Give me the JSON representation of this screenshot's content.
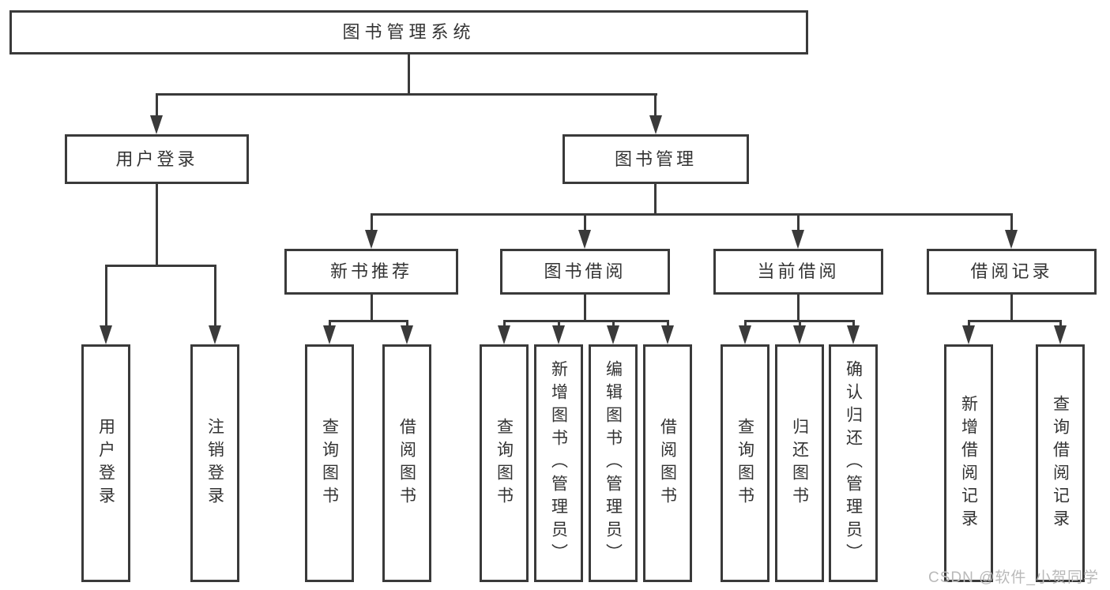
{
  "tree": {
    "root": "图书管理系统",
    "branches": [
      {
        "label": "用户登录",
        "children": [
          "用户登录",
          "注销登录"
        ]
      },
      {
        "label": "图书管理",
        "groups": [
          {
            "label": "新书推荐",
            "children": [
              "查询图书",
              "借阅图书"
            ]
          },
          {
            "label": "图书借阅",
            "children": [
              "查询图书",
              "新增图书（管理员）",
              "编辑图书（管理员）",
              "借阅图书"
            ]
          },
          {
            "label": "当前借阅",
            "children": [
              "查询图书",
              "归还图书",
              "确认归还（管理员）"
            ]
          },
          {
            "label": "借阅记录",
            "children": [
              "新增借阅记录",
              "查询借阅记录"
            ]
          }
        ]
      }
    ]
  },
  "watermark": "CSDN @软件_小贺同学",
  "colors": {
    "line": "#3a3a3a",
    "text": "#333333",
    "background": "#ffffff",
    "watermark": "#b9b9b9"
  }
}
